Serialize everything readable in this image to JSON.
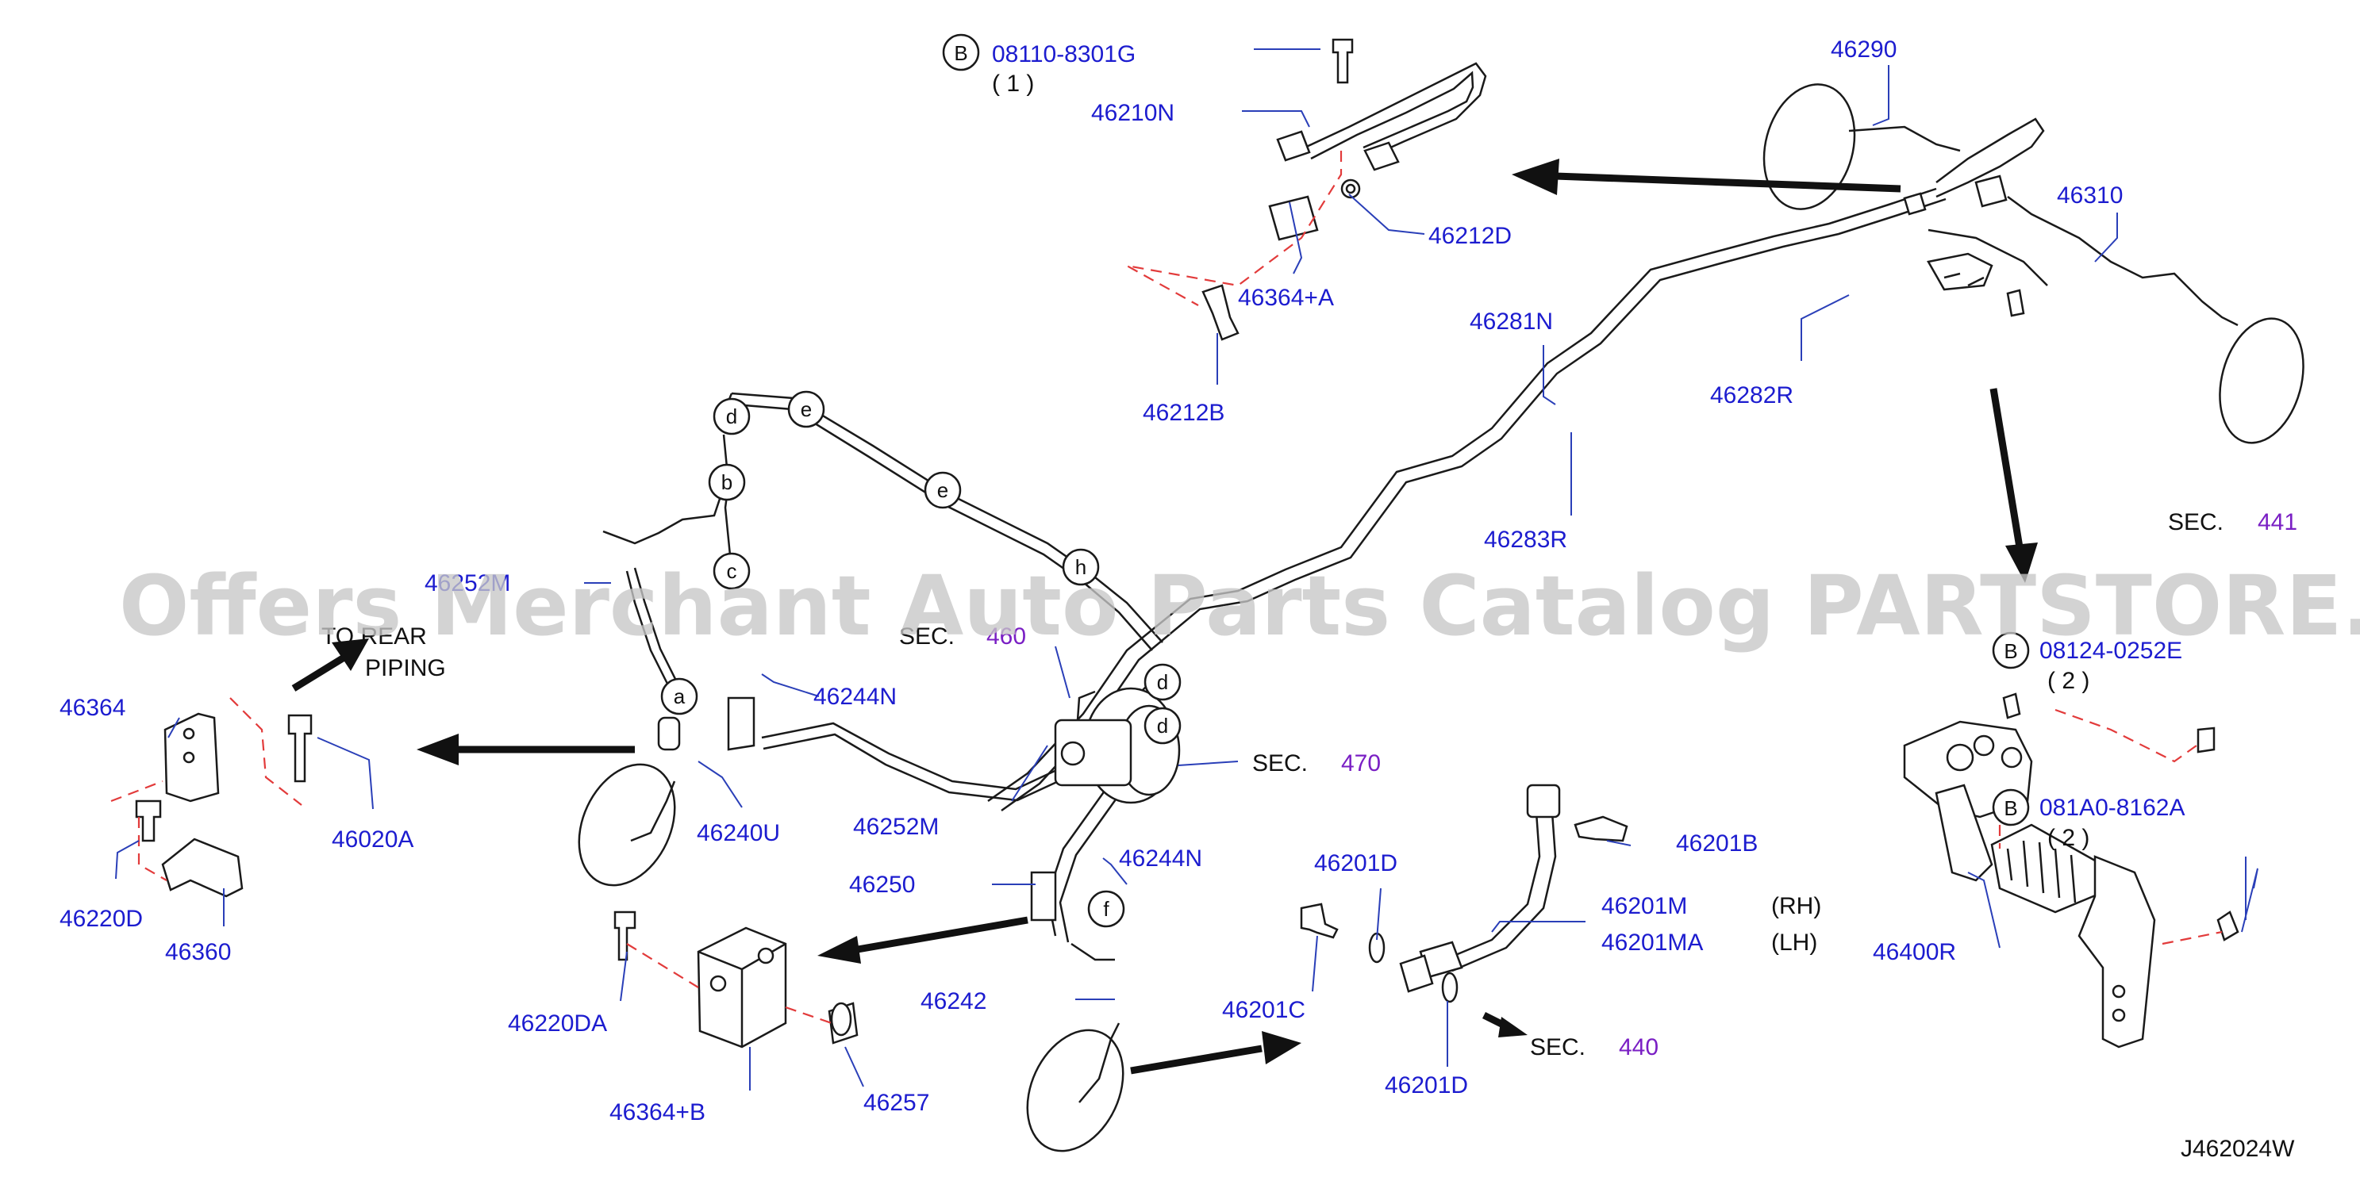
{
  "diagram_code": "J462024W",
  "watermark": "Offers Merchant Auto Parts Catalog PARTSTORE.SA",
  "bolt_marker": "B",
  "to_rear_piping": [
    "TO REAR",
    "PIPING"
  ],
  "parts": {
    "p08110_8301G": "08110-8301G",
    "qty_1": "( 1 )",
    "p46210N": "46210N",
    "p46212D": "46212D",
    "p46364A": "46364+A",
    "p46212B": "46212B",
    "p46290": "46290",
    "p46310": "46310",
    "p46282R": "46282R",
    "p46281N": "46281N",
    "p46283R": "46283R",
    "p46252M_top": "46252M",
    "p46364": "46364",
    "p46020A": "46020A",
    "p46220D": "46220D",
    "p46360": "46360",
    "p46244N_top": "46244N",
    "p46240U": "46240U",
    "p46252M_mid": "46252M",
    "p46250": "46250",
    "p46244N_mid": "46244N",
    "p46242": "46242",
    "p46220DA": "46220DA",
    "p46364B": "46364+B",
    "p46257": "46257",
    "p46201D_top": "46201D",
    "p46201B": "46201B",
    "p46201M": "46201M",
    "rh": "(RH)",
    "p46201MA": "46201MA",
    "lh": "(LH)",
    "p46201C": "46201C",
    "p46201D_bot": "46201D",
    "p08124_0252E": "08124-0252E",
    "qty_2a": "( 2 )",
    "p081A0_8162A": "081A0-8162A",
    "qty_2b": "( 2 )",
    "p46400R": "46400R"
  },
  "sections": {
    "sec_label": "SEC.",
    "s441": "441",
    "s460": "460",
    "s470": "470",
    "s440": "440"
  },
  "connectors": {
    "a": "a",
    "b": "b",
    "c": "c",
    "d": "d",
    "e": "e",
    "f": "f",
    "h": "h"
  },
  "colors": {
    "label_blue": "#1c1ccf",
    "section_purple": "#7a1fc4",
    "dashed_red": "#e23b3b",
    "watermark_gray": "#c6c6c6"
  }
}
